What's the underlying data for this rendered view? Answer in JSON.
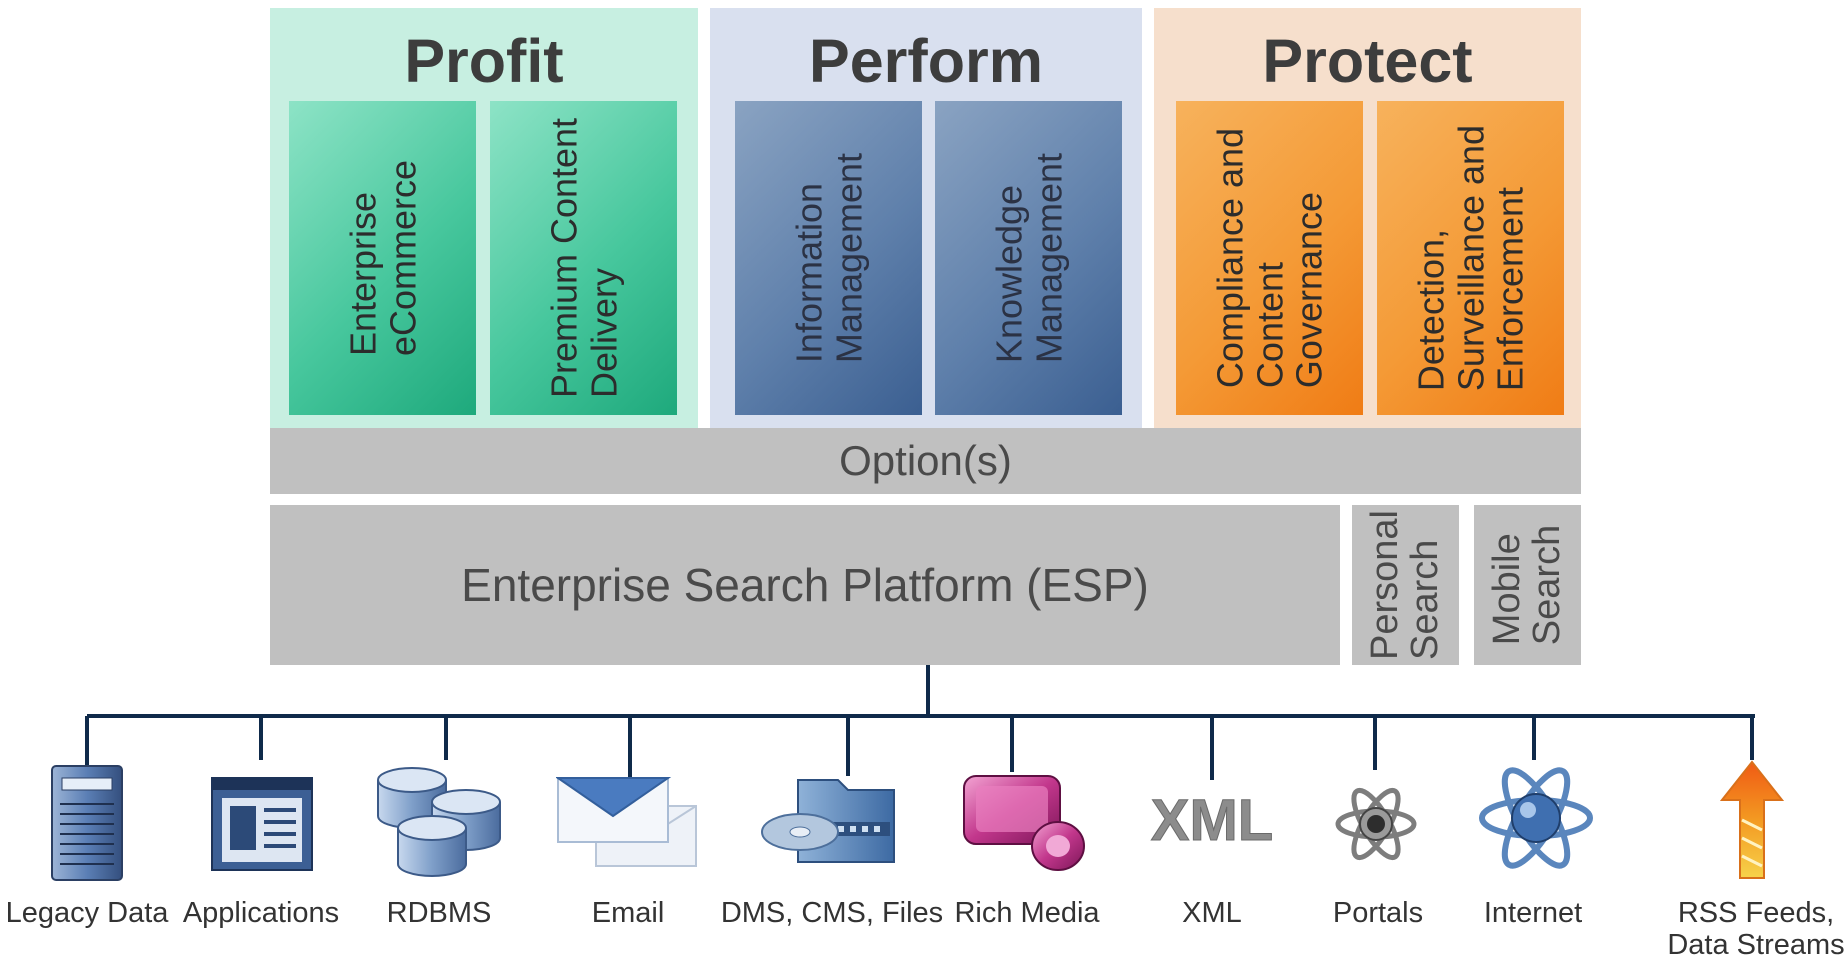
{
  "columns": [
    {
      "title": "Profit",
      "boxes": [
        {
          "lines": [
            "Enterprise",
            "eCommerce"
          ]
        },
        {
          "lines": [
            "Premium Content",
            "Delivery"
          ]
        }
      ]
    },
    {
      "title": "Perform",
      "boxes": [
        {
          "lines": [
            "Information",
            "Management"
          ]
        },
        {
          "lines": [
            "Knowledge",
            "Management"
          ]
        }
      ]
    },
    {
      "title": "Protect",
      "boxes": [
        {
          "lines": [
            "Compliance and",
            "Content",
            "Governance"
          ]
        },
        {
          "lines": [
            "Detection,",
            "Surveillance and",
            "Enforcement"
          ]
        }
      ]
    }
  ],
  "options_label": "Option(s)",
  "esp_label": "Enterprise Search Platform (ESP)",
  "personal_search": [
    "Personal",
    "Search"
  ],
  "mobile_search": [
    "Mobile",
    "Search"
  ],
  "sources": [
    {
      "label": "Legacy Data",
      "icon": "server-icon"
    },
    {
      "label": "Applications",
      "icon": "application-window-icon"
    },
    {
      "label": "RDBMS",
      "icon": "database-icon"
    },
    {
      "label": "Email",
      "icon": "envelope-icon"
    },
    {
      "label": "DMS, CMS, Files",
      "icon": "folder-disc-icon"
    },
    {
      "label": "Rich Media",
      "icon": "media-player-icon"
    },
    {
      "label": "XML",
      "icon": "xml-icon"
    },
    {
      "label": "Portals",
      "icon": "atom-small-icon"
    },
    {
      "label": "Internet",
      "icon": "atom-globe-icon"
    },
    {
      "label": "RSS Feeds, Data Streams",
      "lines": [
        "RSS Feeds,",
        "Data Streams"
      ],
      "icon": "arrow-up-icon"
    }
  ]
}
